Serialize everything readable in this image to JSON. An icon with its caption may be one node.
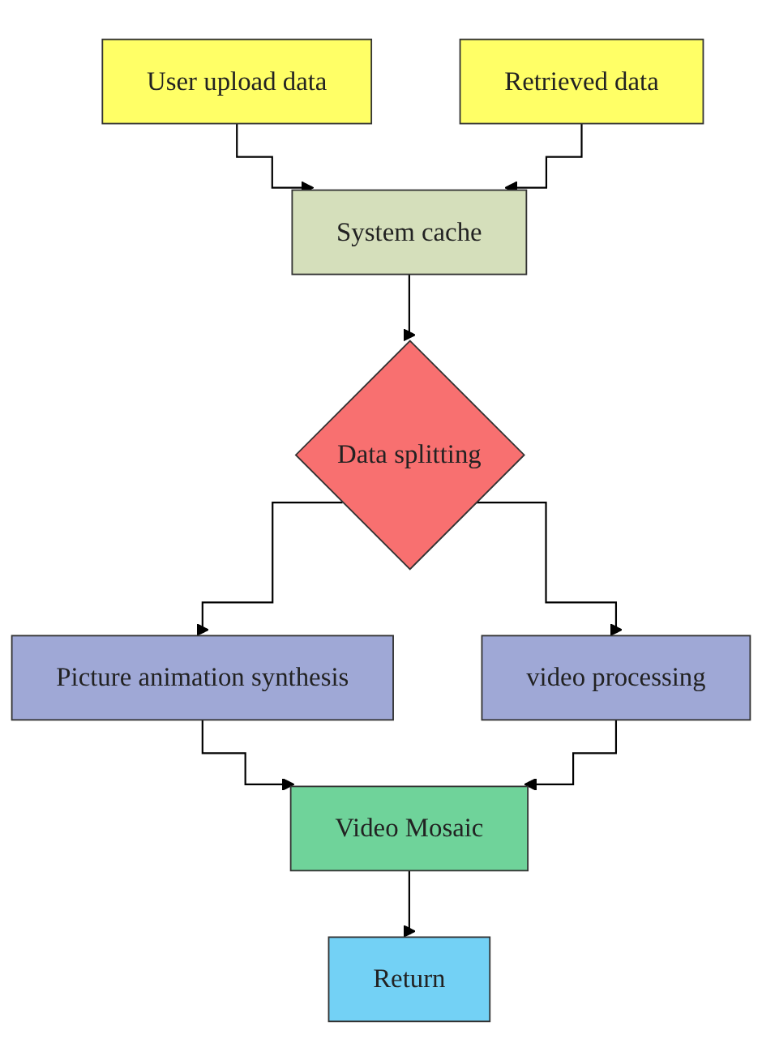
{
  "diagram": {
    "nodes": [
      {
        "text": [
          "User upload data"
        ]
      },
      {
        "text": [
          "Retrieved data"
        ]
      },
      {
        "text": [
          "System cache"
        ]
      },
      {
        "text": [
          "Data splitting"
        ]
      },
      {
        "text": [
          "Picture animation synthesis"
        ]
      },
      {
        "text": [
          "video processing"
        ]
      },
      {
        "text": [
          "Video Mosaic"
        ]
      },
      {
        "text": [
          "Return"
        ]
      }
    ],
    "edges": [
      {
        "from": 0,
        "to": 2,
        "arrow": "to"
      },
      {
        "from": 1,
        "to": 2,
        "arrow": "to"
      },
      {
        "from": 2,
        "to": 3,
        "arrow": "to"
      },
      {
        "from": 3,
        "to": 4,
        "arrow": "to"
      },
      {
        "from": 3,
        "to": 5,
        "arrow": "to"
      },
      {
        "from": 4,
        "to": 6,
        "arrow": "to"
      },
      {
        "from": 5,
        "to": 6,
        "arrow": "to"
      },
      {
        "from": 6,
        "to": 7,
        "arrow": "to"
      }
    ]
  }
}
